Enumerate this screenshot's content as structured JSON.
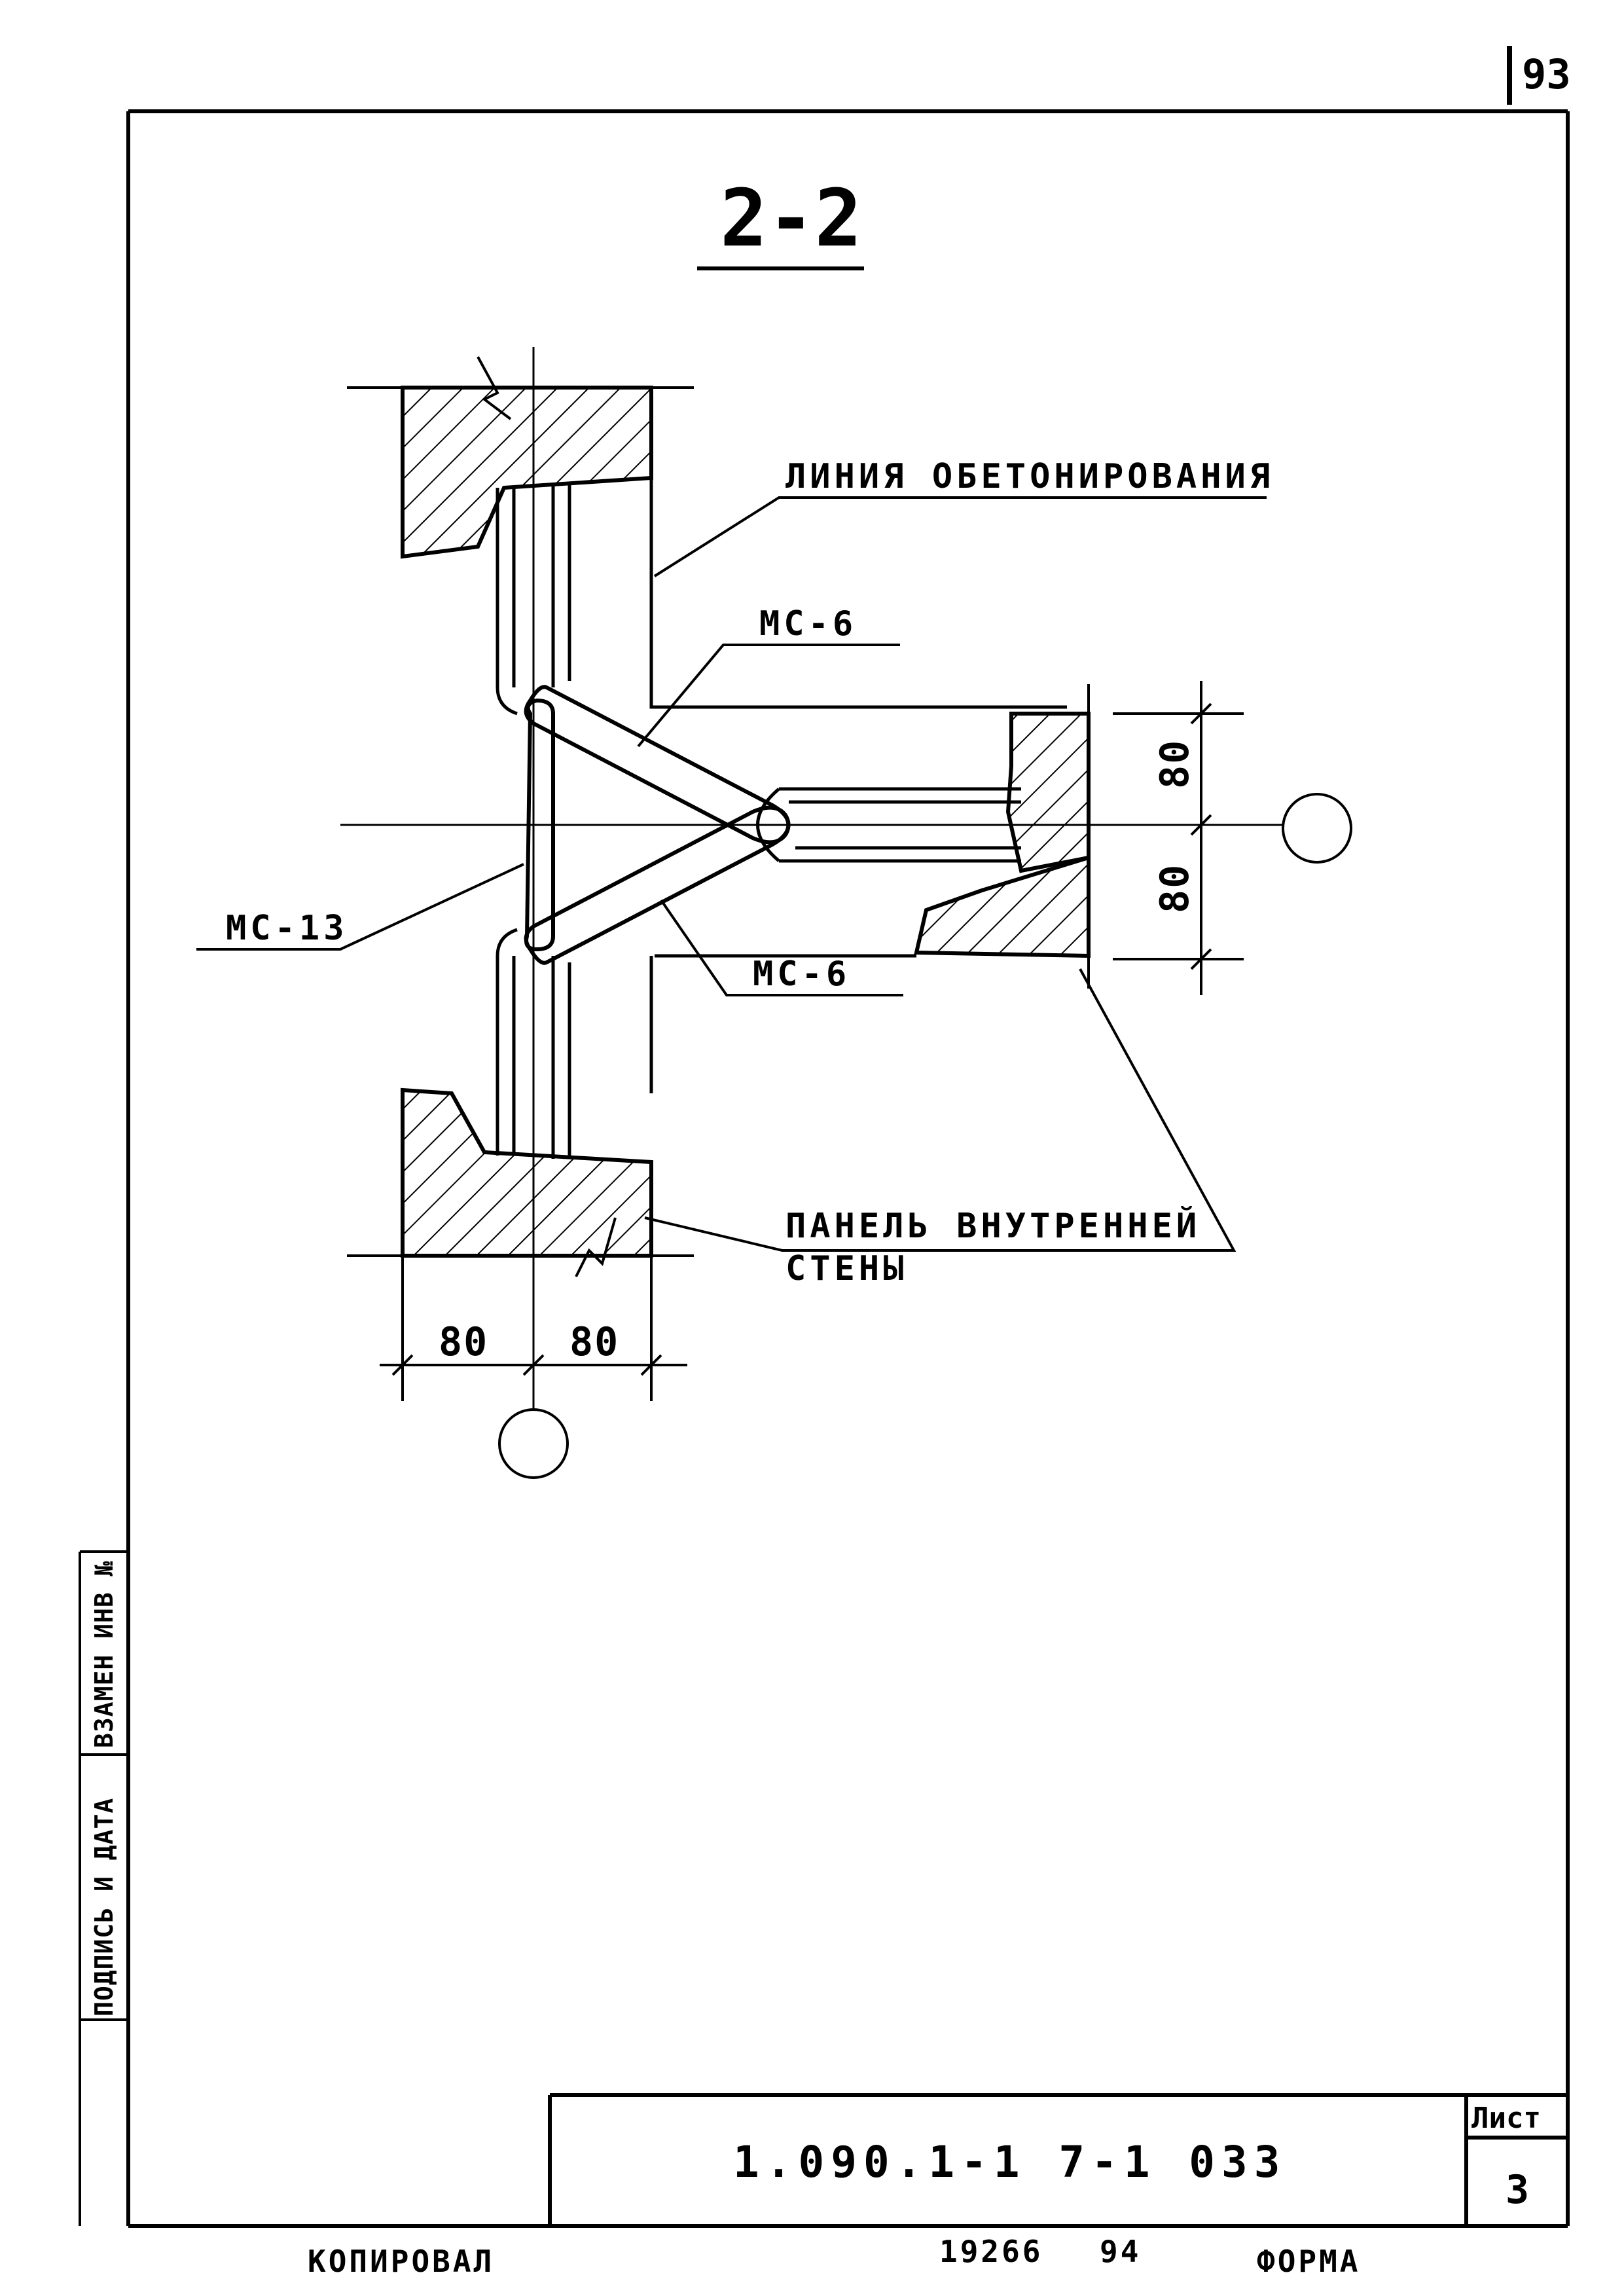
{
  "page_number": "93",
  "section_title": "2-2",
  "labels": {
    "concreting_line": "ЛИНИЯ ОБЕТОНИРОВАНИЯ",
    "ms6_top": "МС-6",
    "ms6_bottom": "МС-6",
    "ms13": "МС-13",
    "panel_line1": "ПАНЕЛЬ ВНУТРЕННЕЙ",
    "panel_line2": "СТЕНЫ"
  },
  "dimensions": {
    "bottom_left": "80",
    "bottom_right": "80",
    "right_upper": "80",
    "right_lower": "80"
  },
  "side_stamp": {
    "field1": "ПОДПИСЬ И ДАТА",
    "field2": "ВЗАМЕН ИНВ №"
  },
  "title_block": {
    "designation": "1.090.1-1 7-1 033",
    "sheet_label": "Лист",
    "sheet_number": "3"
  },
  "footer": {
    "copied": "КОПИРОВАЛ",
    "order": "19266",
    "code": "94",
    "format": "ФОРМА"
  },
  "colors": {
    "ink": "#000000",
    "paper": "#ffffff"
  }
}
